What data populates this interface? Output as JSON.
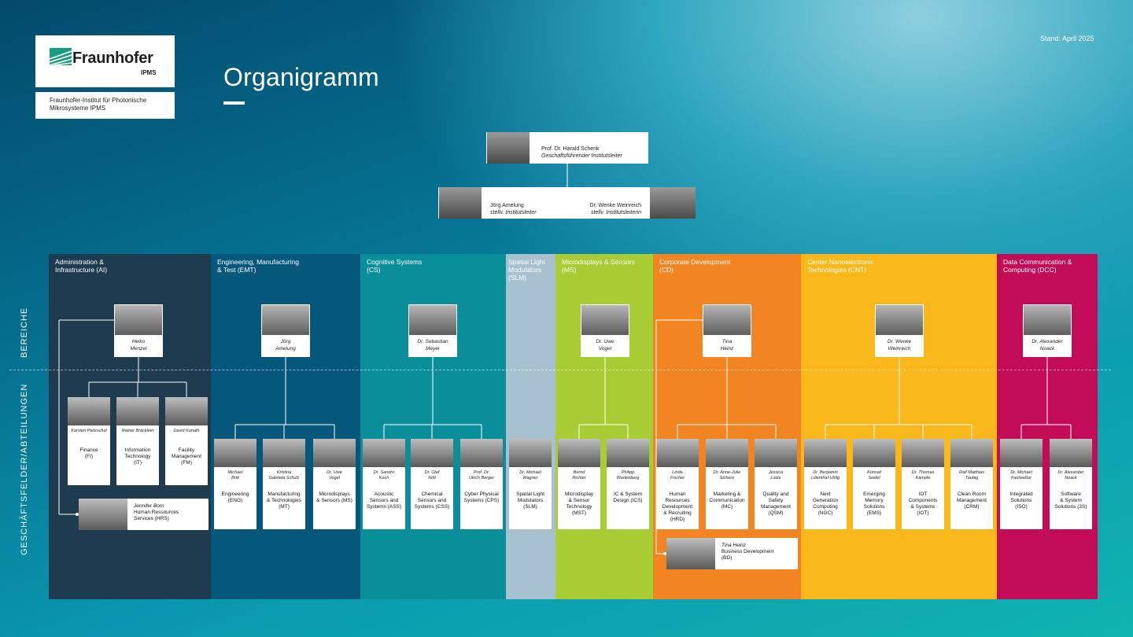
{
  "header": {
    "logo_word": "Fraunhofer",
    "logo_inst": "IPMS",
    "logo_subtitle": "Fraunhofer-Institut für Photonische\nMikrosysteme IPMS",
    "stand": "Stand: April 2025",
    "title": "Organigramm"
  },
  "leadership": {
    "director": {
      "name": "Prof. Dr. Harald Schenk",
      "role": "Geschäftsführender Institutsleiter"
    },
    "deputy_left": {
      "name": "Jörg Amelung",
      "role": "stellv. Institutsleiter"
    },
    "deputy_right": {
      "name": "Dr. Wenke Weinreich",
      "role": "stellv. Institutsleiterin"
    }
  },
  "side_labels": {
    "top": "BEREICHE",
    "bottom": "GESCHÄFTSFELDER/ABTEILUNGEN"
  },
  "colors": {
    "ai": "#1f3b4f",
    "emt": "#05587c",
    "cs": "#0a8f9a",
    "slm": "#a8c1d0",
    "ms": "#a8cc33",
    "cd": "#f28522",
    "cnt": "#fab719",
    "dcc": "#c30c58"
  },
  "areas": [
    {
      "id": "ai",
      "title": "Administration &\nInfrastructure (AI)",
      "head": "Heiko\nMenzel",
      "depts": [
        {
          "name": "Karsten Pietzschel",
          "label": "Finance\n(FI)"
        },
        {
          "name": "Rainer Bräcklein",
          "label": "Information\nTechnology\n(IT)"
        },
        {
          "name": "David Kunath",
          "label": "Facility\nManagement\n(FM)"
        }
      ],
      "extra": {
        "name": "Jennifer Born",
        "label": "Human Ressources\nServices (HRS)"
      }
    },
    {
      "id": "emt",
      "title": "Engineering, Manufacturing\n& Test (EMT)",
      "head": "Jörg\nAmelung",
      "depts": [
        {
          "name": "Michael\nBritt",
          "label": "Engineering\n(ENG)"
        },
        {
          "name": "Kristina\nGabriela Schulz",
          "label": "Manufacturing\n& Technologies\n(MT)"
        },
        {
          "name": "Dr. Uwe\nVogel",
          "label": "Microdisplays\n& Sensors (MS)"
        }
      ]
    },
    {
      "id": "cs",
      "title": "Cognitive Systems\n(CS)",
      "head": "Dr. Sebastian\nMeyer",
      "depts": [
        {
          "name": "Dr. Sandro\nKoch",
          "label": "Acoustic\nSensors and\nSystems (ASS)"
        },
        {
          "name": "Dr. Olaf\nHild",
          "label": "Chemical\nSensors and\nSystems (CSS)"
        },
        {
          "name": "Prof. Dr.\nUlrich Berger",
          "label": "Cyber Physical\nSystems (CPS)"
        }
      ]
    },
    {
      "id": "slm",
      "title": "Spatial Light\nModulators\n(SLM)",
      "depts": [
        {
          "name": "Dr. Michael\nWagner",
          "label": "Spatial Light\nModulators\n(SLM)"
        }
      ]
    },
    {
      "id": "ms",
      "title": "Microdisplays & Sensors\n(MS)",
      "head": "Dr. Uwe\nVogel",
      "depts": [
        {
          "name": "Bernd\nRichter",
          "label": "Microdisplay\n& Sensor\nTechnology\n(MST)"
        },
        {
          "name": "Philipp\nWartenberg",
          "label": "IC & System\nDesign (ICS)"
        }
      ]
    },
    {
      "id": "cd",
      "title": "Corporate Development\n(CD)",
      "head": "Tina\nHeinz",
      "depts": [
        {
          "name": "Linda\nFischer",
          "label": "Human\nResources\nDevelopment\n& Recruiting\n(HRD)"
        },
        {
          "name": "Dr. Anne-Julie\nSichere",
          "label": "Marketing &\nCommunication\n(MC)"
        },
        {
          "name": "Jessica\nLotze",
          "label": "Quality and\nSafety\nManagement\n(QSM)"
        }
      ],
      "extra": {
        "name": "Tina Heinz",
        "label": "Business Development\n(BD)"
      }
    },
    {
      "id": "cnt",
      "title": "Center Nanoelectronic\nTechnologies (CNT)",
      "head": "Dr. Wenke\nWeinreich",
      "depts": [
        {
          "name": "Dr. Benjamin\nLilienthal-Uhlig",
          "label": "Next\nGeneration\nComputing\n(NGC)"
        },
        {
          "name": "Konrad\nSeidel",
          "label": "Emerging\nMemory\nSolutions\n(EMS)"
        },
        {
          "name": "Dr. Thomas\nKämpfe",
          "label": "IOT\nComponents\n& Systems\n(IOT)"
        },
        {
          "name": "Ralf Matthias\nTaubig",
          "label": "Clean Room\nManagement\n(CRM)"
        }
      ]
    },
    {
      "id": "dcc",
      "title": "Data Communication &\nComputing (DCC)",
      "head": "Dr. Alexander\nNoack",
      "depts": [
        {
          "name": "Dr. Michael\nFaulwaßer",
          "label": "Integrated\nSolutions\n(ISO)"
        },
        {
          "name": "Dr. Alexander\nNoack",
          "label": "Software\n& System\nSolutions (3S)"
        }
      ]
    }
  ]
}
